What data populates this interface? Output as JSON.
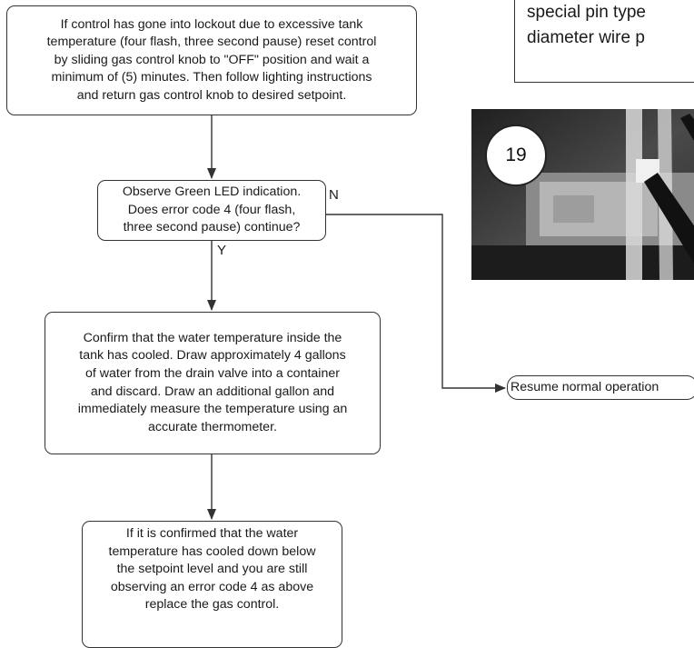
{
  "nodes": {
    "lockout_reset": "If control has gone into lockout due to excessive tank\ntemperature (four flash, three second pause) reset control\nby sliding gas control knob to \"OFF\" position and wait a\nminimum of (5) minutes.  Then follow lighting instructions\nand return gas control knob to desired setpoint.",
    "observe_led": "Observe Green LED indication.\nDoes error code 4 (four flash,\nthree second pause) continue?",
    "confirm_temperature": "Confirm that the water temperature inside the\ntank has cooled.  Draw approximately 4 gallons\nof water from the drain valve into a container\nand discard.  Draw an additional gallon and\nimmediately measure the temperature using an\naccurate thermometer.",
    "replace_control": "If it is confirmed that the water\ntemperature has cooled down below\nthe setpoint level and you are still\nobserving an error code 4 as above\nreplace the gas control.",
    "resume_operation": "Resume normal operation"
  },
  "edge_labels": {
    "no": "N",
    "yes": "Y"
  },
  "side_note": {
    "line1": "special pin type",
    "line2": "diameter wire p"
  },
  "photo": {
    "step_number": "19"
  }
}
